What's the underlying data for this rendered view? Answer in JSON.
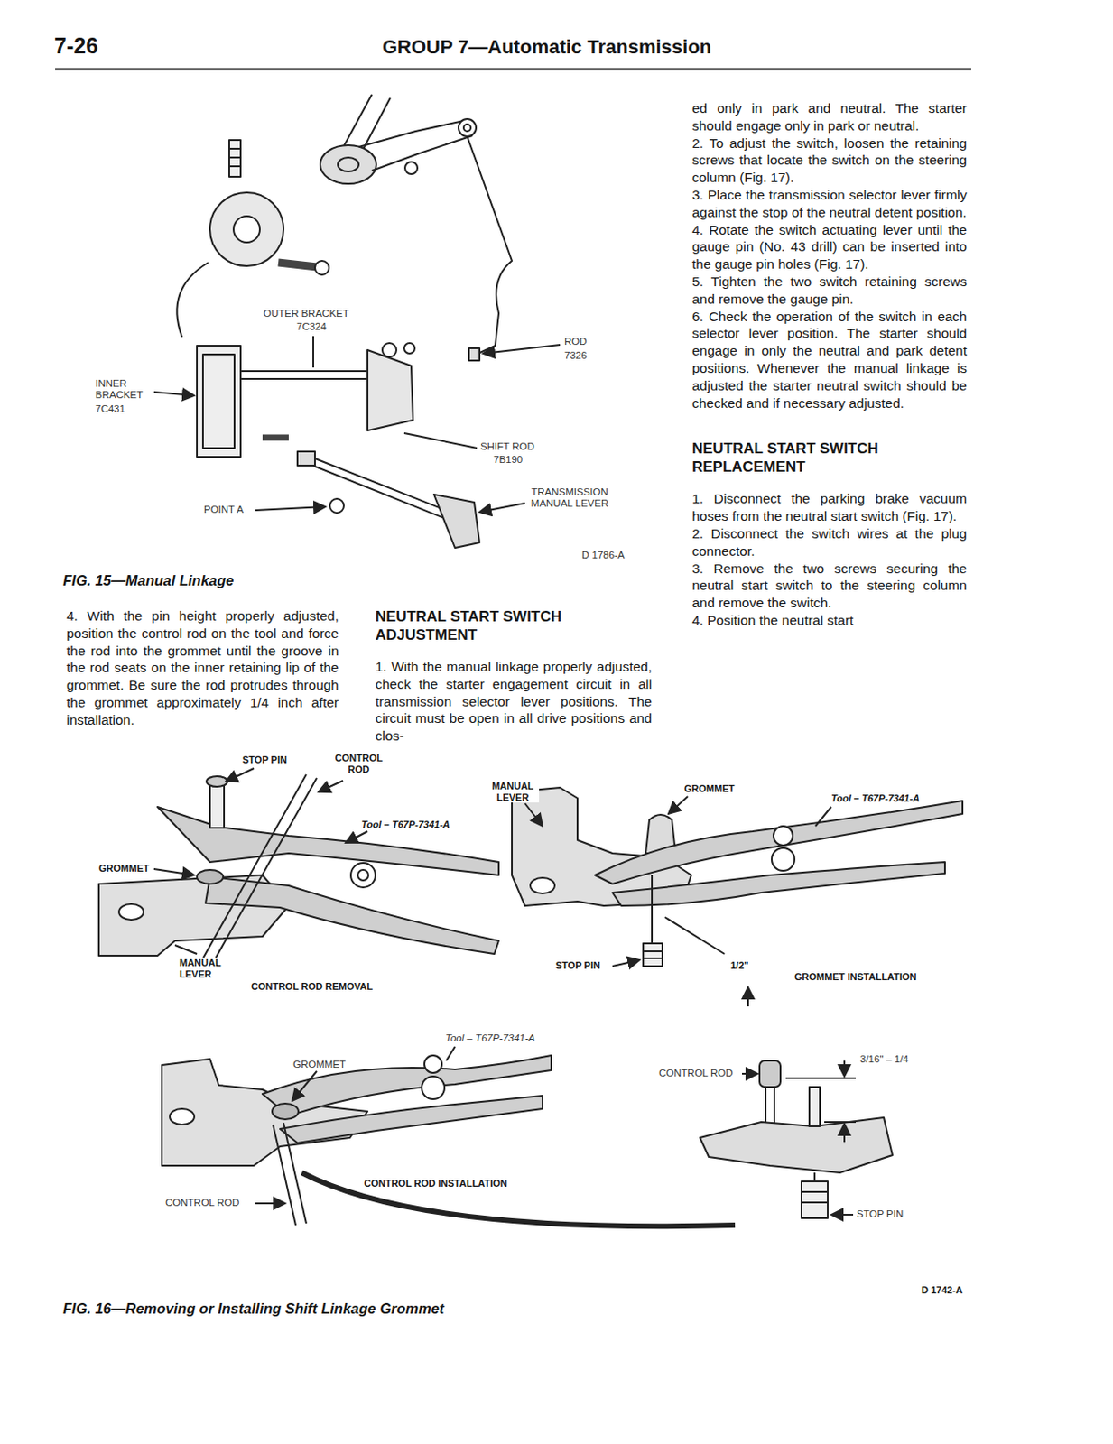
{
  "diagram": {
    "title": "GROUP 7—Automatic Transmission",
    "labels": [
      "7-26",
      "OUTER BRACKET",
      "7C324",
      "INNER BRACKET",
      "7C431",
      "ROD",
      "7326",
      "SHIFT ROD",
      "7B190",
      "TRANSMISSION MANUAL LEVER",
      "POINT A",
      "D 1786-A",
      "FIG. 15—Manual Linkage",
      "4. With the pin height properly adjusted, position the control rod on the tool and force the rod into the grommet until the groove in the rod seats on the inner retaining lip of the grommet. Be sure the rod protrudes through the grommet approximately 1/4 inch after installation.",
      "NEUTRAL START SWITCH ADJUSTMENT",
      "1. With the manual linkage properly adjusted, check the starter engagement circuit in all transmission selector lever positions. The circuit must be open in all drive positions and clos-",
      "ed only in park and neutral. The starter should engage only in park or neutral.",
      "2. To adjust the switch, loosen the retaining screws that locate the switch on the steering column (Fig. 17).",
      "3. Place the transmission selector lever firmly against the stop of the neutral detent position.",
      "4. Rotate the switch actuating lever until the gauge pin (No. 43 drill) can be inserted into the gauge pin holes (Fig. 17).",
      "5. Tighten the two switch retaining screws and remove the gauge pin.",
      "6. Check the operation of the switch in each selector lever position. The starter should engage in only the neutral and park detent positions. Whenever the manual linkage is adjusted the starter neutral switch should be checked and if necessary adjusted.",
      "NEUTRAL START SWITCH REPLACEMENT",
      "1. Disconnect the parking brake vacuum hoses from the neutral start switch (Fig. 17).",
      "2. Disconnect the switch wires at the plug connector.",
      "3. Remove the two screws securing the neutral start switch to the steering column and remove the switch.",
      "4. Position the neutral start",
      "STOP PIN",
      "CONTROL ROD",
      "Tool – T67P-7341-A",
      "GROMMET",
      "MANUAL LEVER",
      "CONTROL ROD REMOVAL",
      "MANUAL LEVER",
      "GROMMET",
      "Tool – T67P-7341-A",
      "STOP PIN",
      "1/2\"",
      "GROMMET INSTALLATION",
      "Tool – T67P-7341-A",
      "GROMMET",
      "CONTROL ROD",
      "CONTROL ROD INSTALLATION",
      "CONTROL ROD",
      "3/16\" – 1/4",
      "STOP PIN",
      "D 1742-A",
      "FIG. 16—Removing or Installing Shift Linkage Grommet"
    ]
  }
}
